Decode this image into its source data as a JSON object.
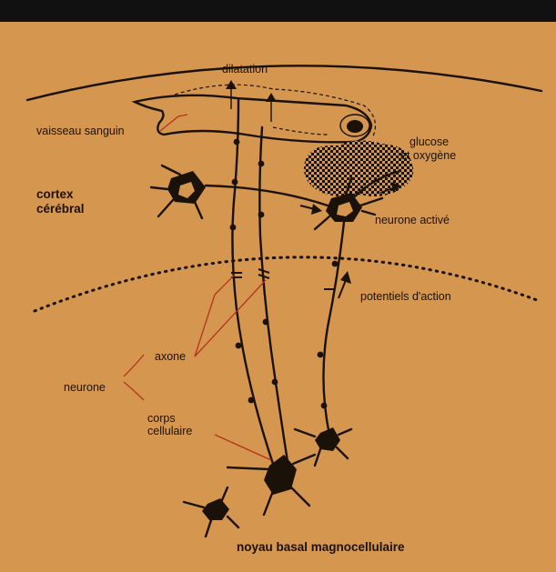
{
  "labels": {
    "dilatation": "dilatation",
    "vaisseau": "vaisseau sanguin",
    "glucose_line1": "glucose",
    "glucose_line2": "et oxygène",
    "cortex_line1": "cortex",
    "cortex_line2": "cérébral",
    "neurone_active": "neurone activé",
    "potentiels": "potentiels d'action",
    "axone": "axone",
    "neurone": "neurone",
    "corps_line1": "corps",
    "corps_line2": "cellulaire",
    "noyau": "noyau basal magnocellulaire"
  },
  "colors": {
    "background": "#d5964f",
    "ink": "#1a1208",
    "leader": "#b5321c",
    "band": "#111111"
  }
}
